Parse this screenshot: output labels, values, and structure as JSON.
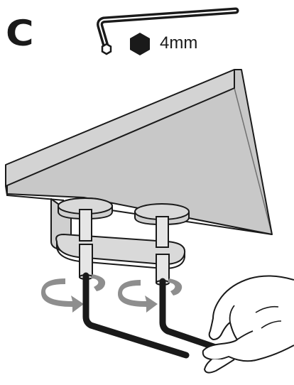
{
  "step": {
    "letter": "C"
  },
  "tool": {
    "icon": "hex-key-icon",
    "size_icon": "hexagon-icon",
    "size_label": "4mm"
  },
  "illustration": {
    "subject": "table-top-underside",
    "colors": {
      "surface_fill": "#c8c8c8",
      "surface_shade": "#bfbfbf",
      "outline": "#1a1a1a",
      "arrow_fill": "#8e8e8e",
      "background": "#ffffff"
    }
  }
}
